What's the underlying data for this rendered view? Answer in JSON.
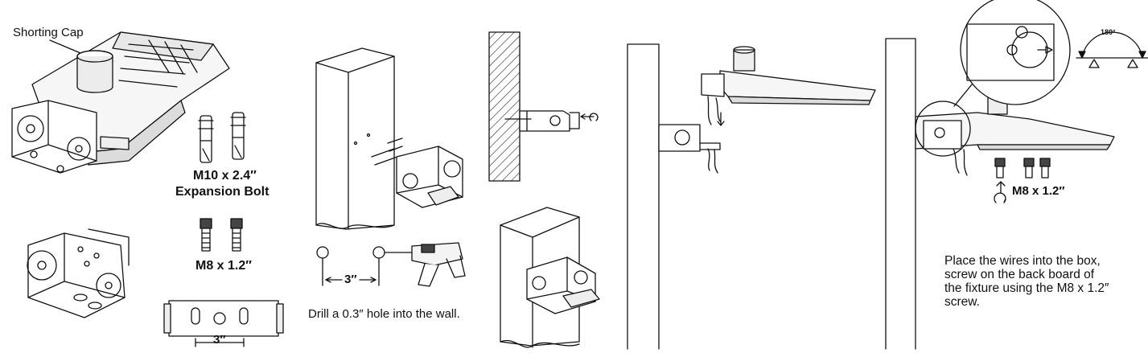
{
  "labels": {
    "shorting_cap": "Shorting Cap",
    "expansion_size": "M10 x 2.4″",
    "expansion_name": "Expansion Bolt",
    "screw_size_left": "M8 x 1.2″",
    "spacing_left": "3″",
    "spacing_drill": "3″",
    "drill_instruction": "Drill a 0.3″ hole into the wall.",
    "screw_size_right": "M8 x 1.2″",
    "angle": "180°"
  },
  "instruction_lines": [
    "Place the wires into the box,",
    "screw on the back board of",
    "the fixture using the M8 x 1.2″",
    "screw."
  ],
  "colors": {
    "line": "#111111",
    "hatch": "#333333",
    "fill": "#ffffff"
  }
}
